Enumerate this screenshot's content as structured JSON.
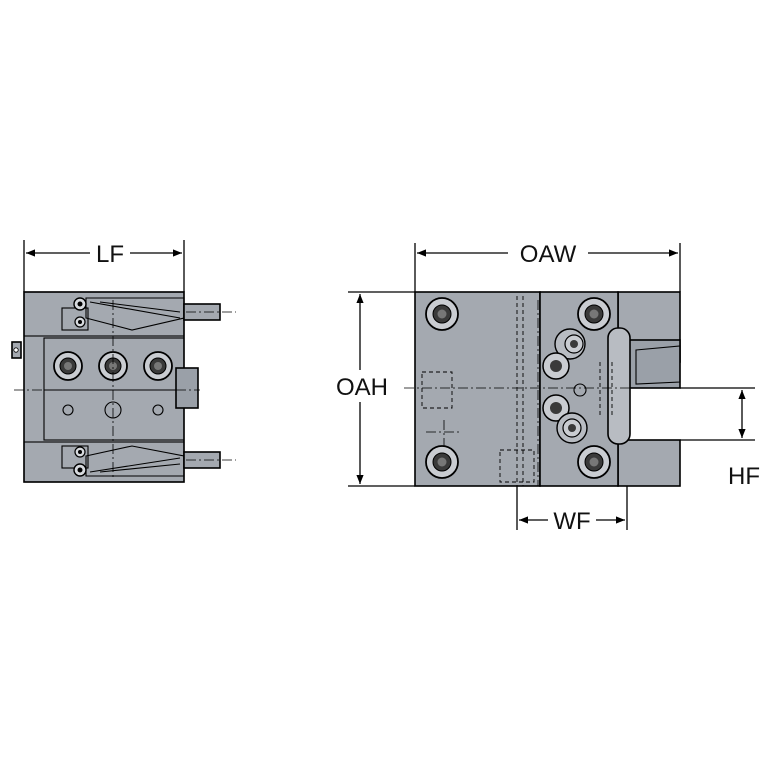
{
  "dimensions": {
    "lf": "LF",
    "oaw": "OAW",
    "oah": "OAH",
    "hf": "HF",
    "wf": "WF"
  },
  "colors": {
    "body": "#a4a9b0",
    "body_dark": "#8d939b",
    "line": "#000000",
    "background": "#ffffff"
  }
}
